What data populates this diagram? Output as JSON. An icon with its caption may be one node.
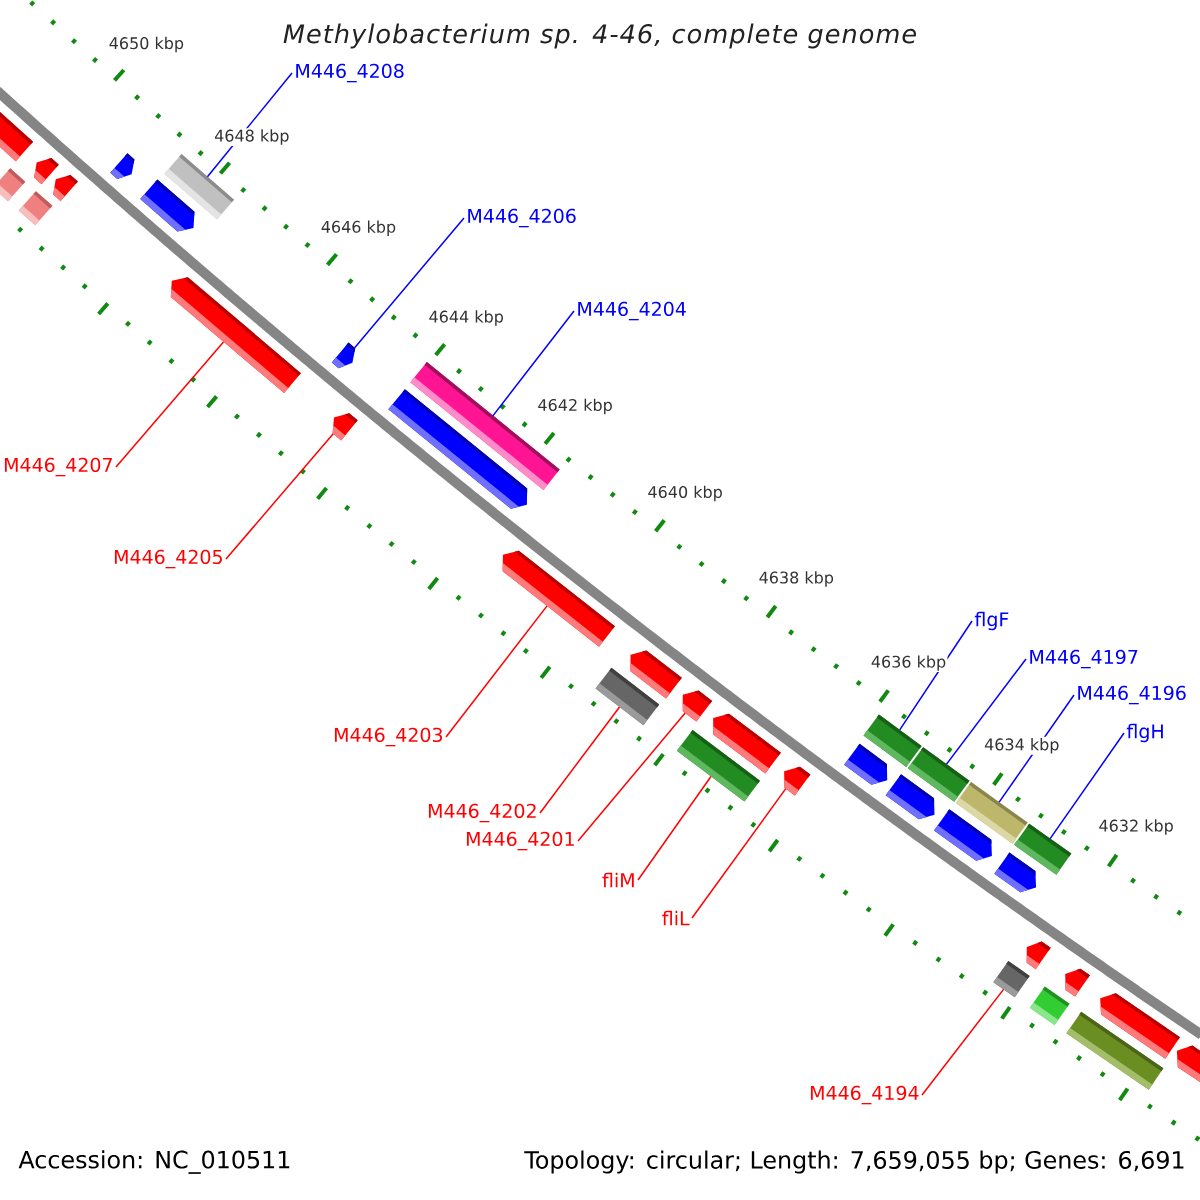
{
  "diagram": {
    "title": "Methylobacterium sp. 4-46, complete genome",
    "nodes": [
      {
        "text": [
          "M446_4208"
        ]
      },
      {
        "text": [
          "M446_4206"
        ]
      },
      {
        "text": [
          "M446_4204"
        ]
      },
      {
        "text": [
          "M446_4207"
        ]
      },
      {
        "text": [
          "M446_4205"
        ]
      },
      {
        "text": [
          "flgF"
        ]
      },
      {
        "text": [
          "M446_4197"
        ]
      },
      {
        "text": [
          "M446_4196"
        ]
      },
      {
        "text": [
          "M446_4203"
        ]
      },
      {
        "text": [
          "flgH"
        ]
      },
      {
        "text": [
          "M446_4202"
        ]
      },
      {
        "text": [
          "M446_4201"
        ]
      },
      {
        "text": [
          "fliM"
        ]
      },
      {
        "text": [
          "fliL"
        ]
      },
      {
        "text": [
          "M446_4194"
        ]
      },
      {
        "text": [],
        "shape": "bar"
      },
      {
        "text": [],
        "shape": "box"
      },
      {
        "text": [],
        "shape": "box"
      },
      {
        "text": [],
        "shape": "bar"
      },
      {
        "text": [],
        "shape": "bar"
      },
      {
        "text": [],
        "shape": "bar"
      },
      {
        "text": [],
        "shape": "bar"
      },
      {
        "text": [],
        "shape": "box"
      },
      {
        "text": [],
        "shape": "bar"
      },
      {
        "text": [],
        "shape": "bar"
      },
      {
        "text": [],
        "shape": "bar"
      },
      {
        "text": [],
        "shape": "bar"
      },
      {
        "text": [],
        "shape": "box"
      },
      {
        "text": [],
        "shape": "bar"
      },
      {
        "text": [],
        "shape": "box"
      },
      {
        "text": [],
        "shape": "bar"
      },
      {
        "text": [],
        "shape": "bar"
      },
      {
        "text": [],
        "shape": "box"
      },
      {
        "text": [],
        "shape": "bar"
      },
      {
        "text": [],
        "shape": "bar"
      },
      {
        "text": [],
        "shape": "bar"
      },
      {
        "text": [],
        "shape": "box"
      },
      {
        "text": [],
        "shape": "bar"
      },
      {
        "text": [],
        "shape": "box"
      },
      {
        "text": [],
        "shape": "bar"
      },
      {
        "text": [],
        "shape": "box"
      },
      {
        "text": [],
        "shape": "box"
      },
      {
        "text": [],
        "shape": "bar"
      },
      {
        "text": [],
        "shape": "bar"
      },
      {
        "text": [],
        "shape": "box"
      },
      {
        "text": [],
        "shape": "box"
      },
      {
        "text": [],
        "shape": "bar"
      },
      {
        "text": [],
        "shape": "box"
      },
      {
        "text": [],
        "shape": "bar"
      },
      {
        "text": [],
        "shape": "bar"
      }
    ],
    "edges": [
      {
        "from": 0,
        "to": 22,
        "arrow": "none",
        "color": "#0000ff"
      },
      {
        "from": 1,
        "to": 25,
        "arrow": "none",
        "color": "#0000ff"
      },
      {
        "from": 2,
        "to": 27,
        "arrow": "none",
        "color": "#0000ff"
      },
      {
        "from": 3,
        "to": 23,
        "arrow": "none"
      },
      {
        "from": 4,
        "to": 24,
        "arrow": "none"
      },
      {
        "from": 5,
        "to": 36,
        "arrow": "none",
        "color": "#0000ff"
      },
      {
        "from": 6,
        "to": 38,
        "arrow": "none",
        "color": "#0000ff"
      },
      {
        "from": 7,
        "to": 40,
        "arrow": "none",
        "color": "#0000ff"
      },
      {
        "from": 8,
        "to": 28,
        "arrow": "none"
      },
      {
        "from": 9,
        "to": 44,
        "arrow": "none",
        "color": "#0000ff"
      },
      {
        "from": 10,
        "to": 29,
        "arrow": "none"
      },
      {
        "from": 11,
        "to": 31,
        "arrow": "none"
      },
      {
        "from": 12,
        "to": 32,
        "arrow": "none"
      },
      {
        "from": 13,
        "to": 34,
        "arrow": "none"
      },
      {
        "from": 14,
        "to": 41,
        "arrow": "none"
      }
    ],
    "labels": [
      "4650 kbp",
      "4648 kbp",
      "4646 kbp",
      "4644 kbp",
      "4642 kbp",
      "4640 kbp",
      "4638 kbp",
      "4636 kbp",
      "4634 kbp",
      "4632 kbp",
      "Accession: NC_010511",
      "Topology: circular; Length: 7,659,055 bp; Genes: 6,691"
    ]
  }
}
